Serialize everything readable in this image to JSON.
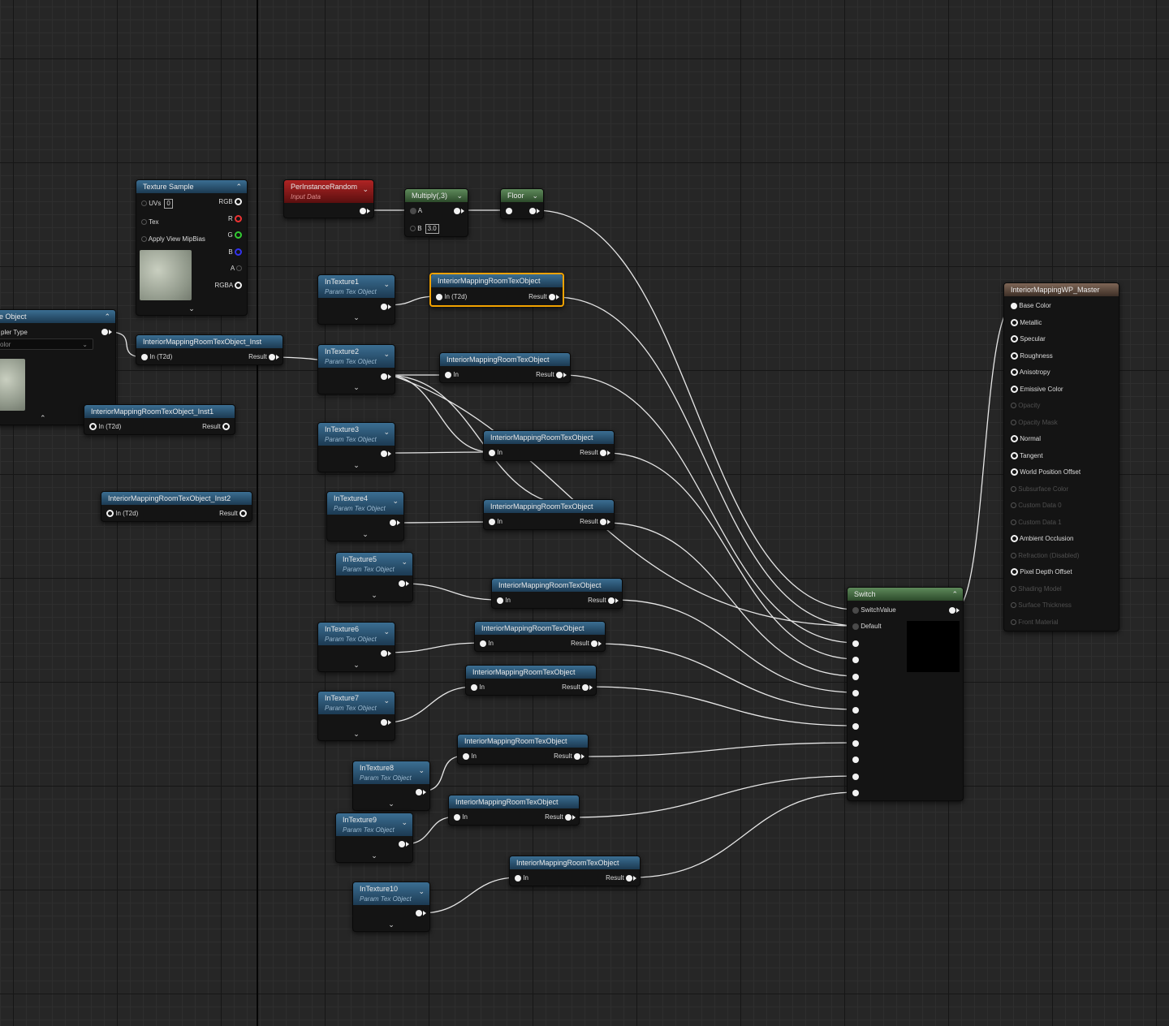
{
  "texture_sample": {
    "title": "Texture Sample",
    "inputs": [
      "UVs",
      "Tex",
      "Apply View MipBias"
    ],
    "uvs_value": "0",
    "outputs": [
      "RGB",
      "R",
      "G",
      "B",
      "A",
      "RGBA"
    ]
  },
  "tex_object": {
    "title": "e Object",
    "row_label": "pler Type",
    "dropdown_value": "olor"
  },
  "per_instance_random": {
    "title": "PerInstanceRandom",
    "subtitle": "Input Data"
  },
  "multiply": {
    "title": "Multiply(,3)",
    "pin_a": "A",
    "pin_b": "B",
    "b_value": "3.0"
  },
  "floor": {
    "title": "Floor"
  },
  "in_texture_nodes": [
    {
      "title": "InTexture1",
      "subtitle": "Param Tex Object"
    },
    {
      "title": "InTexture2",
      "subtitle": "Param Tex Object"
    },
    {
      "title": "InTexture3",
      "subtitle": "Param Tex Object"
    },
    {
      "title": "InTexture4",
      "subtitle": "Param Tex Object"
    },
    {
      "title": "InTexture5",
      "subtitle": "Param Tex Object"
    },
    {
      "title": "InTexture6",
      "subtitle": "Param Tex Object"
    },
    {
      "title": "InTexture7",
      "subtitle": "Param Tex Object"
    },
    {
      "title": "InTexture8",
      "subtitle": "Param Tex Object"
    },
    {
      "title": "InTexture9",
      "subtitle": "Param Tex Object"
    },
    {
      "title": "InTexture10",
      "subtitle": "Param Tex Object"
    }
  ],
  "room_tex_nodes": [
    {
      "title": "InteriorMappingRoomTexObject",
      "input": "In (T2d)",
      "output": "Result"
    },
    {
      "title": "InteriorMappingRoomTexObject",
      "input": "In",
      "output": "Result"
    },
    {
      "title": "InteriorMappingRoomTexObject",
      "input": "In",
      "output": "Result"
    },
    {
      "title": "InteriorMappingRoomTexObject",
      "input": "In",
      "output": "Result"
    },
    {
      "title": "InteriorMappingRoomTexObject",
      "input": "In",
      "output": "Result"
    },
    {
      "title": "InteriorMappingRoomTexObject",
      "input": "In",
      "output": "Result"
    },
    {
      "title": "InteriorMappingRoomTexObject",
      "input": "In",
      "output": "Result"
    },
    {
      "title": "InteriorMappingRoomTexObject",
      "input": "In",
      "output": "Result"
    },
    {
      "title": "InteriorMappingRoomTexObject",
      "input": "In",
      "output": "Result"
    },
    {
      "title": "InteriorMappingRoomTexObject",
      "input": "In",
      "output": "Result"
    }
  ],
  "inst_nodes": [
    {
      "title": "InteriorMappingRoomTexObject_Inst",
      "input": "In (T2d)",
      "output": "Result"
    },
    {
      "title": "InteriorMappingRoomTexObject_Inst1",
      "input": "In (T2d)",
      "output": "Result"
    },
    {
      "title": "InteriorMappingRoomTexObject_Inst2",
      "input": "In (T2d)",
      "output": "Result"
    }
  ],
  "switch": {
    "title": "Switch",
    "switch_value": "SwitchValue",
    "default": "Default"
  },
  "master": {
    "title": "InteriorMappingWP_Master",
    "pins": [
      {
        "label": "Base Color",
        "enabled": true,
        "connected": true
      },
      {
        "label": "Metallic",
        "enabled": true
      },
      {
        "label": "Specular",
        "enabled": true
      },
      {
        "label": "Roughness",
        "enabled": true
      },
      {
        "label": "Anisotropy",
        "enabled": true
      },
      {
        "label": "Emissive Color",
        "enabled": true
      },
      {
        "label": "Opacity",
        "enabled": false
      },
      {
        "label": "Opacity Mask",
        "enabled": false
      },
      {
        "label": "Normal",
        "enabled": true
      },
      {
        "label": "Tangent",
        "enabled": true
      },
      {
        "label": "World Position Offset",
        "enabled": true
      },
      {
        "label": "Subsurface Color",
        "enabled": false
      },
      {
        "label": "Custom Data 0",
        "enabled": false
      },
      {
        "label": "Custom Data 1",
        "enabled": false
      },
      {
        "label": "Ambient Occlusion",
        "enabled": true
      },
      {
        "label": "Refraction (Disabled)",
        "enabled": false
      },
      {
        "label": "Pixel Depth Offset",
        "enabled": true
      },
      {
        "label": "Shading Model",
        "enabled": false
      },
      {
        "label": "Surface Thickness",
        "enabled": false
      },
      {
        "label": "Front Material",
        "enabled": false
      }
    ]
  },
  "icons": {
    "collapse": "chevron-up-icon",
    "expand": "chevron-down-icon",
    "pin": "pin-icon"
  },
  "colors": {
    "selected_outline": "#f2a200",
    "wire": "#e6e6e6",
    "header_blue": "#3b6e92",
    "header_red": "#b02424",
    "header_green": "#5e8a5a"
  }
}
